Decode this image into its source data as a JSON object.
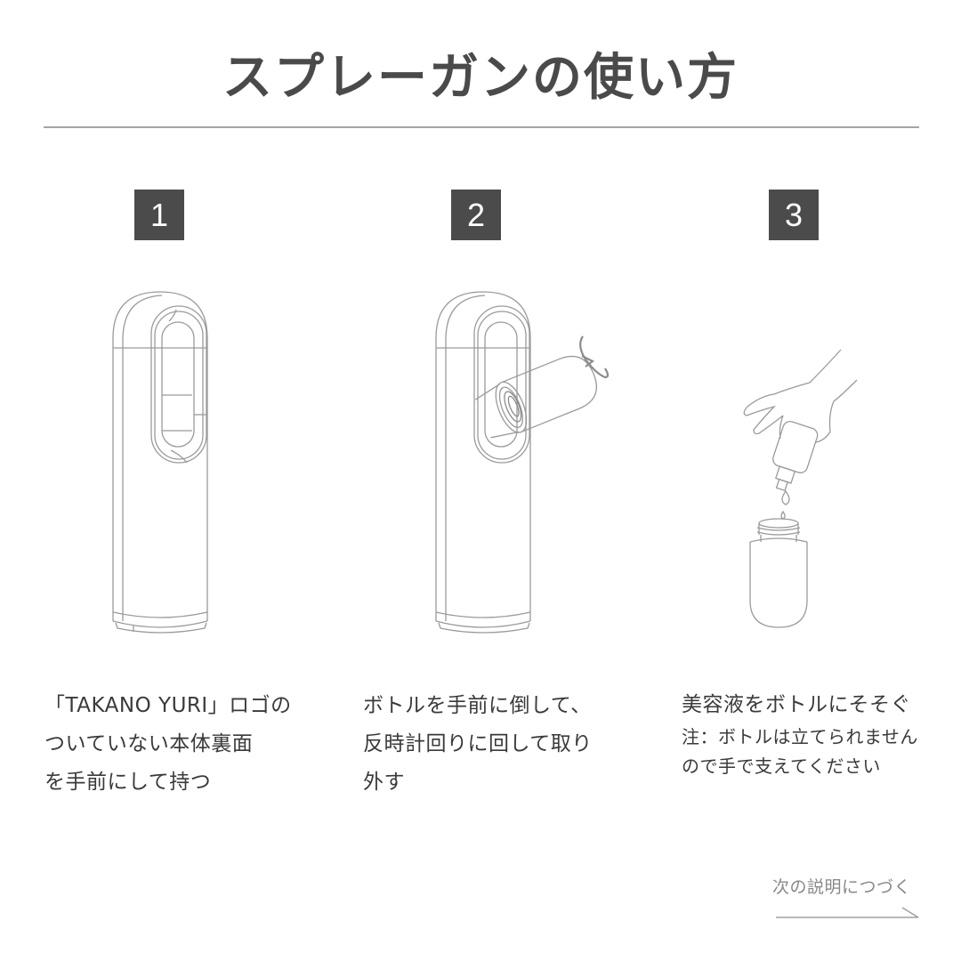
{
  "header": {
    "title": "スプレーガンの使い方"
  },
  "steps": [
    {
      "number": "1",
      "illustration": "spray-gun-upright",
      "lines": [
        "「TAKANO YURI」ロゴの",
        "ついていない本体裏面",
        "を手前にして持つ"
      ]
    },
    {
      "number": "2",
      "illustration": "spray-gun-bottle-tilted-rotate",
      "lines": [
        "ボトルを手前に倒して、",
        "反時計回りに回して取り",
        "外す"
      ]
    },
    {
      "number": "3",
      "illustration": "hand-pouring-serum-into-bottle",
      "main": "美容液をボトルにそそぐ",
      "note_lines": [
        "注：ボトルは立てられません",
        "ので手で支えてください"
      ]
    }
  ],
  "footer": {
    "next_label": "次の説明につづく",
    "next_icon": "arrow-right-icon"
  },
  "colors": {
    "title": "#4a4a4a",
    "badge_bg": "#4b4b4b",
    "badge_text": "#ffffff",
    "divider": "#a5a5a5",
    "line_art": "#9a9a9a",
    "footer_text": "#888888"
  }
}
